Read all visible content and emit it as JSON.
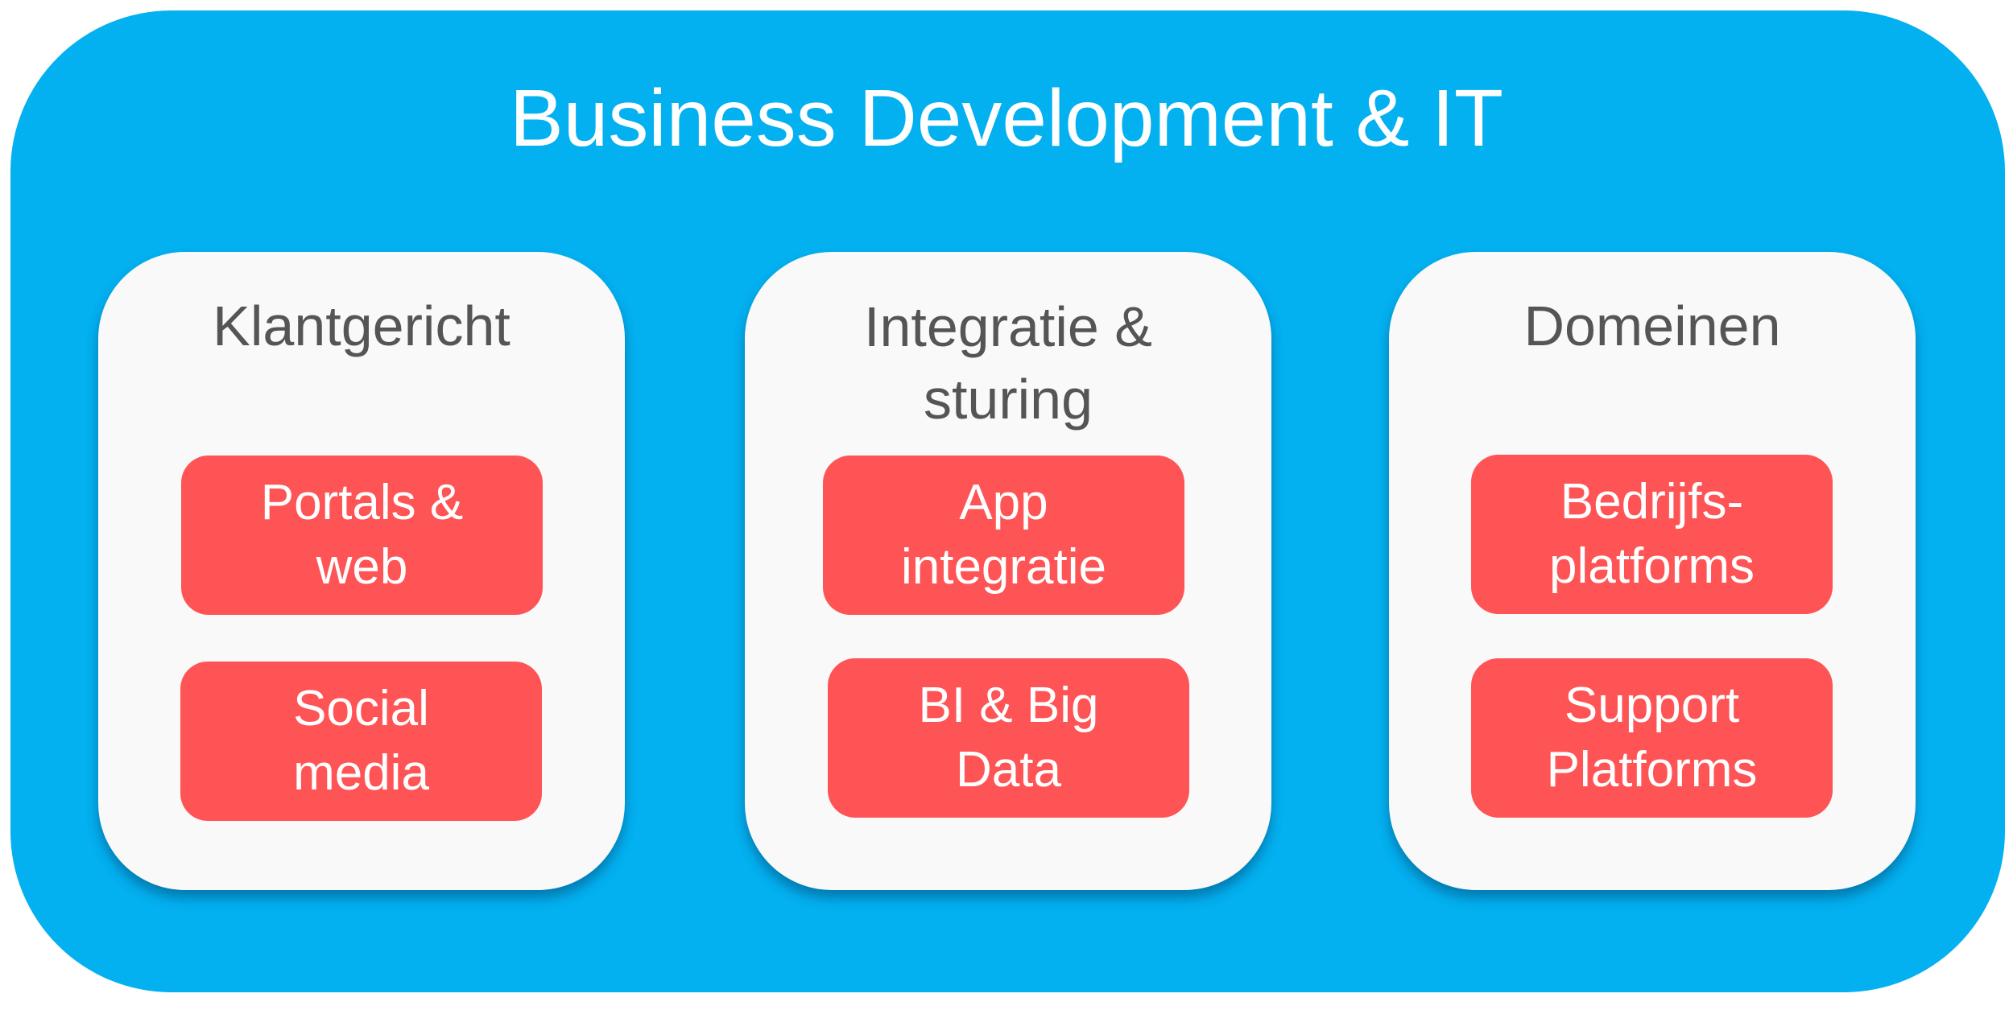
{
  "diagram": {
    "title": "Business Development & IT",
    "colors": {
      "outer_background": "#03B0F0",
      "card_background": "#F9F9F9",
      "pill_background": "#FF5455",
      "title_text": "#FFFFFF",
      "card_title_text": "#555555",
      "pill_text": "#FFFFFF"
    },
    "columns": [
      {
        "title_lines": [
          "Klantgericht"
        ],
        "items": [
          {
            "lines": [
              "Portals &",
              "web"
            ]
          },
          {
            "lines": [
              "Social",
              "media"
            ]
          }
        ]
      },
      {
        "title_lines": [
          "Integratie &",
          "sturing"
        ],
        "items": [
          {
            "lines": [
              "App",
              "integratie"
            ]
          },
          {
            "lines": [
              "BI & Big",
              "Data"
            ]
          }
        ]
      },
      {
        "title_lines": [
          "Domeinen"
        ],
        "items": [
          {
            "lines": [
              "Bedrijfs-",
              "platforms"
            ]
          },
          {
            "lines": [
              "Support",
              "Platforms"
            ]
          }
        ]
      }
    ]
  }
}
